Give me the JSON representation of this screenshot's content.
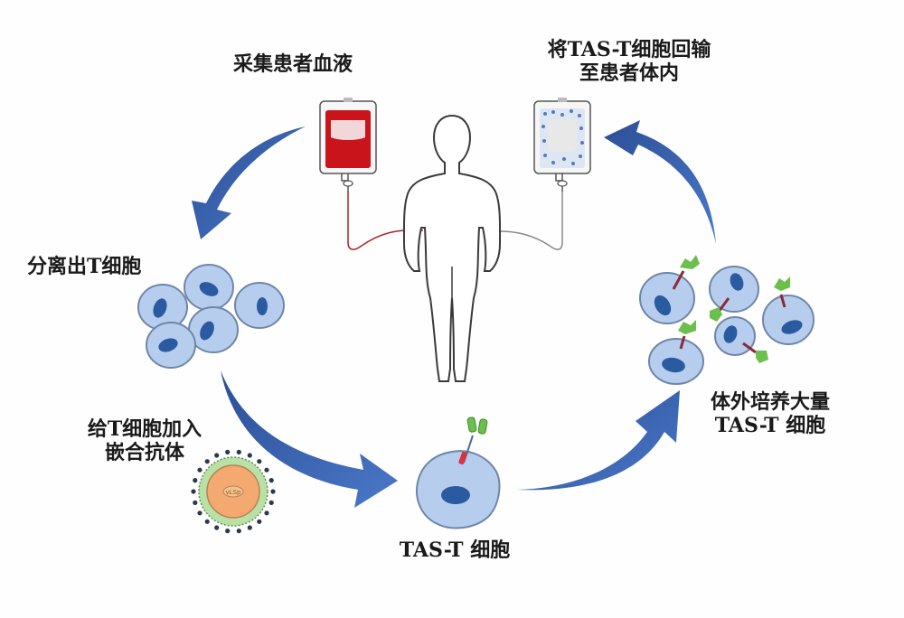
{
  "diagram": {
    "title": "TAS-T cell therapy workflow",
    "steps": [
      {
        "id": "collect",
        "label": "采集患者血液"
      },
      {
        "id": "separate",
        "label": "分离出T细胞"
      },
      {
        "id": "add_antibody",
        "label_line1": "给T细胞加入",
        "label_line2": "嵌合抗体"
      },
      {
        "id": "tast_cell",
        "label": "TAS-T 细胞"
      },
      {
        "id": "expand",
        "label_line1": "体外培养大量",
        "label_line2": "TAS-T 细胞"
      },
      {
        "id": "reinfuse",
        "label_line1": "将TAS-T细胞回输",
        "label_line2": "至患者体内"
      }
    ],
    "virus_label": "vLSp",
    "colors": {
      "arrow_blue": "#3a65b5",
      "cell_fill": "#b7cdee",
      "cell_stroke": "#6f86a8",
      "nucleus": "#2a5aa0",
      "blood_red": "#c8141a",
      "antibody_green": "#6cbf4c",
      "receptor_red": "#d8343a",
      "virus_orange": "#f3a970",
      "virus_ring": "#b9e0a6"
    }
  }
}
